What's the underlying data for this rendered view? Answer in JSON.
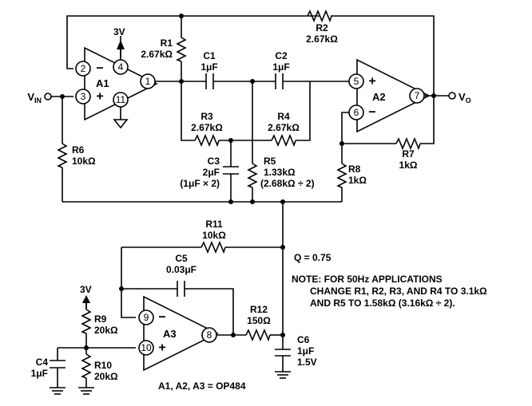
{
  "components": {
    "R1": {
      "ref": "R1",
      "value": "2.67kΩ"
    },
    "R2": {
      "ref": "R2",
      "value": "2.67kΩ"
    },
    "R3": {
      "ref": "R3",
      "value": "2.67kΩ"
    },
    "R4": {
      "ref": "R4",
      "value": "2.67kΩ"
    },
    "R5": {
      "ref": "R5",
      "value": "1.33kΩ",
      "note": "(2.68kΩ ÷ 2)"
    },
    "R6": {
      "ref": "R6",
      "value": "10kΩ"
    },
    "R7": {
      "ref": "R7",
      "value": "1kΩ"
    },
    "R8": {
      "ref": "R8",
      "value": "1kΩ"
    },
    "R9": {
      "ref": "R9",
      "value": "20kΩ"
    },
    "R10": {
      "ref": "R10",
      "value": "20kΩ"
    },
    "R11": {
      "ref": "R11",
      "value": "10kΩ"
    },
    "R12": {
      "ref": "R12",
      "value": "150Ω"
    },
    "C1": {
      "ref": "C1",
      "value": "1μF"
    },
    "C2": {
      "ref": "C2",
      "value": "1μF"
    },
    "C3": {
      "ref": "C3",
      "value": "2μF",
      "note": "(1μF × 2)"
    },
    "C4": {
      "ref": "C4",
      "value": "1μF"
    },
    "C5": {
      "ref": "C5",
      "value": "0.03μF"
    },
    "C6": {
      "ref": "C6",
      "value": "1μF",
      "voltage": "1.5V"
    }
  },
  "amps": {
    "A1": {
      "ref": "A1",
      "pins": {
        "inv": "2",
        "noninv": "3",
        "out": "1",
        "vplus": "4",
        "vminus": "11"
      }
    },
    "A2": {
      "ref": "A2",
      "pins": {
        "noninv": "5",
        "inv": "6",
        "out": "7"
      }
    },
    "A3": {
      "ref": "A3",
      "pins": {
        "inv": "9",
        "noninv": "10",
        "out": "8"
      }
    }
  },
  "signs": {
    "minus": "−",
    "plus": "+"
  },
  "supply": {
    "a1": "3V",
    "a3": "3V"
  },
  "io": {
    "vin_main": "V",
    "vin_sub": "IN",
    "vo_main": "V",
    "vo_sub": "O"
  },
  "q_text": "Q = 0.75",
  "note_lines": [
    "NOTE: FOR 50Hz APPLICATIONS",
    "CHANGE R1, R2, R3, AND R4 TO 3.1kΩ",
    "AND R5 TO 1.58kΩ (3.16kΩ ÷ 2)."
  ],
  "amps_part": "A1, A2, A3 = OP484"
}
